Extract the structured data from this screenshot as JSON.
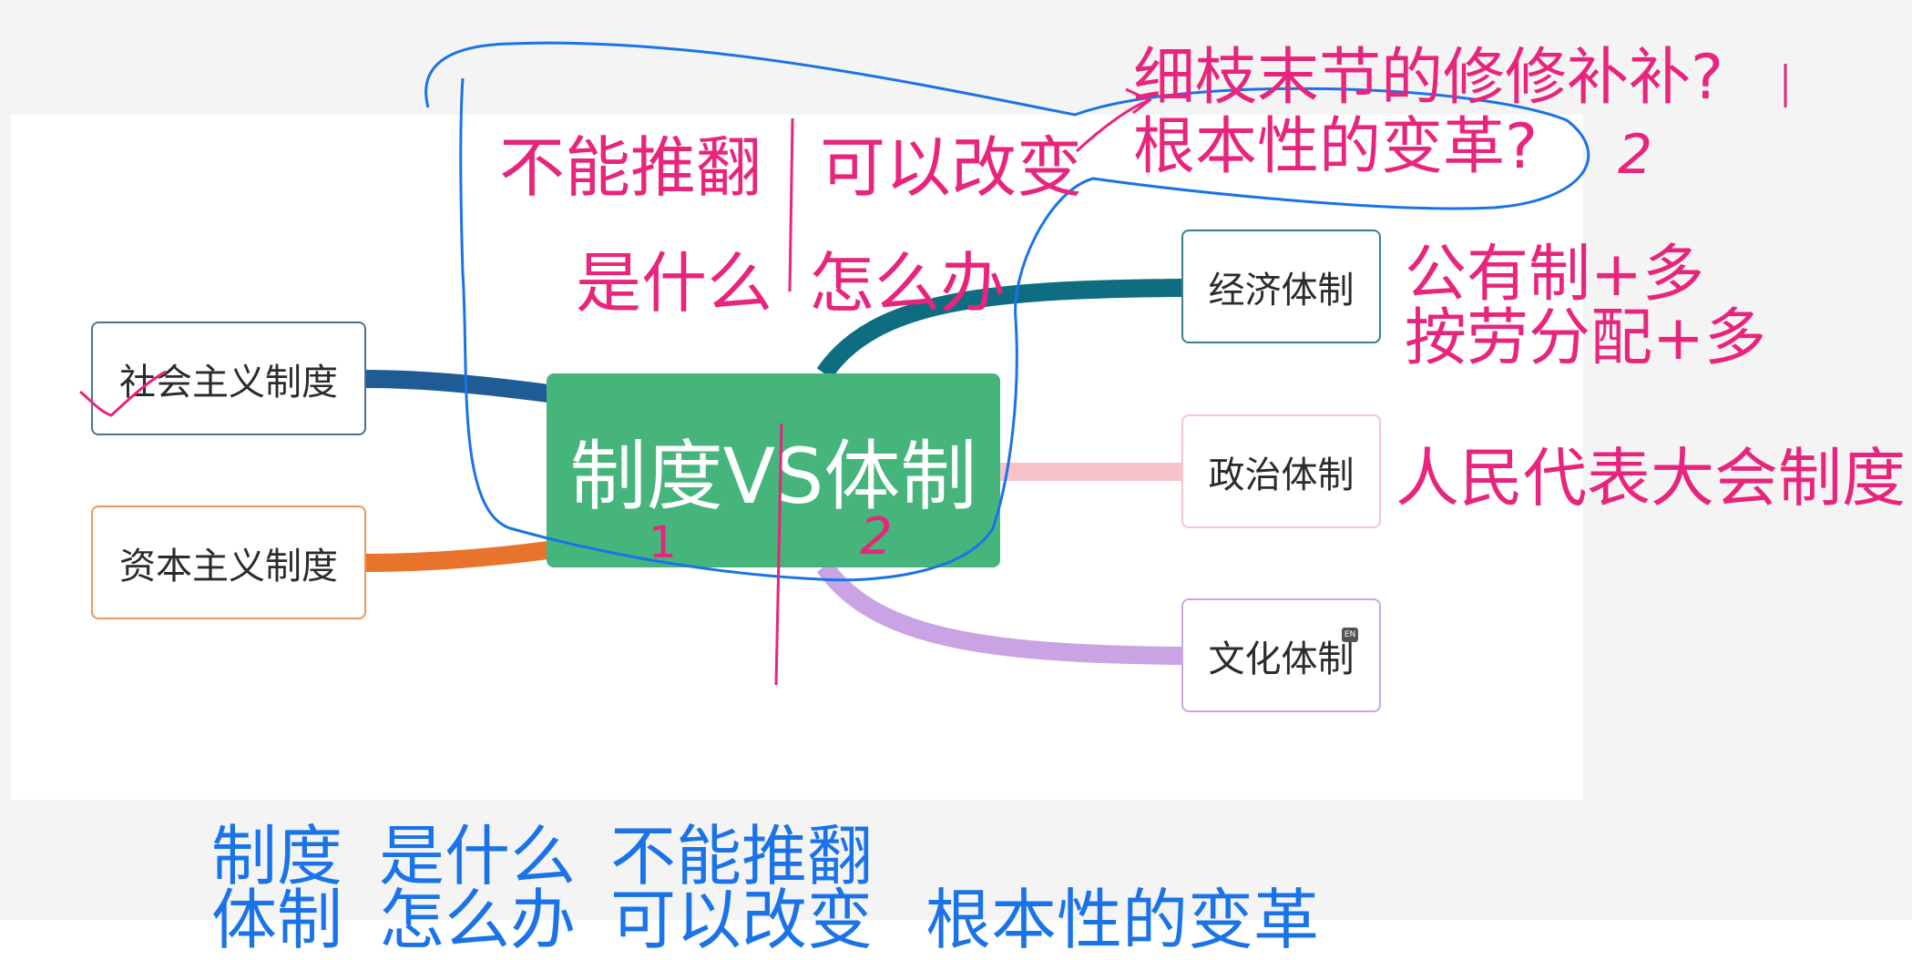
{
  "mindmap": {
    "central": "制度VS体制",
    "left_nodes": [
      "社会主义制度",
      "资本主义制度"
    ],
    "right_nodes": [
      "经济体制",
      "政治体制",
      "文化体制"
    ]
  },
  "annotations": {
    "top_left_a": "不能推翻",
    "top_right_a": "可以改变",
    "top_left_b": "是什么",
    "top_right_b": "怎么办",
    "question_1": "细枝末节的修修补补?",
    "question_2": "根本性的变革?",
    "econ_line_1": "公有制+多",
    "econ_line_2": "按劳分配+多",
    "politics_note": "人民代表大会制度",
    "mark_1": "1",
    "mark_2": "2",
    "mark_2b": "2",
    "mark_1b": "1"
  },
  "summary": {
    "row1": [
      "制度",
      "是什么",
      "不能推翻"
    ],
    "row2": [
      "体制",
      "怎么办",
      "可以改变",
      "根本性的变革"
    ]
  },
  "input_badge": "EN",
  "colors": {
    "central": "#46b57c",
    "socialism_link": "#1f5b94",
    "capitalism_link": "#e8732c",
    "economy_link": "#0e6d80",
    "politics_link": "#f8c3c8",
    "culture_link": "#c9a3e3",
    "pen_pink": "#e8247c",
    "pen_blue": "#1a73e8"
  }
}
